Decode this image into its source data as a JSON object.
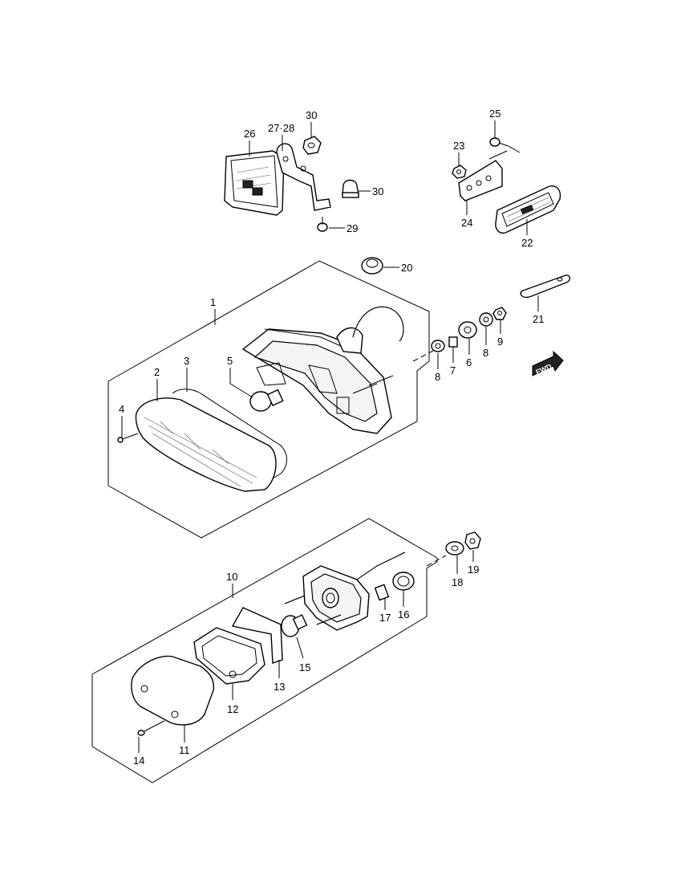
{
  "callouts": [
    {
      "id": "c1",
      "label": "1"
    },
    {
      "id": "c2",
      "label": "2"
    },
    {
      "id": "c3",
      "label": "3"
    },
    {
      "id": "c4",
      "label": "4"
    },
    {
      "id": "c5",
      "label": "5"
    },
    {
      "id": "c6",
      "label": "6"
    },
    {
      "id": "c7",
      "label": "7"
    },
    {
      "id": "c8a",
      "label": "8"
    },
    {
      "id": "c8b",
      "label": "8"
    },
    {
      "id": "c9",
      "label": "9"
    },
    {
      "id": "c10",
      "label": "10"
    },
    {
      "id": "c11",
      "label": "11"
    },
    {
      "id": "c12",
      "label": "12"
    },
    {
      "id": "c13",
      "label": "13"
    },
    {
      "id": "c14",
      "label": "14"
    },
    {
      "id": "c15",
      "label": "15"
    },
    {
      "id": "c16",
      "label": "16"
    },
    {
      "id": "c17",
      "label": "17"
    },
    {
      "id": "c18",
      "label": "18"
    },
    {
      "id": "c19",
      "label": "19"
    },
    {
      "id": "c20",
      "label": "20"
    },
    {
      "id": "c21",
      "label": "21"
    },
    {
      "id": "c22",
      "label": "22"
    },
    {
      "id": "c23",
      "label": "23"
    },
    {
      "id": "c24",
      "label": "24"
    },
    {
      "id": "c25",
      "label": "25"
    },
    {
      "id": "c26",
      "label": "26"
    },
    {
      "id": "c2728",
      "label": "27·28"
    },
    {
      "id": "c29",
      "label": "29"
    },
    {
      "id": "c30a",
      "label": "30"
    },
    {
      "id": "c30b",
      "label": "30"
    }
  ],
  "fwd_badge": "FWD"
}
